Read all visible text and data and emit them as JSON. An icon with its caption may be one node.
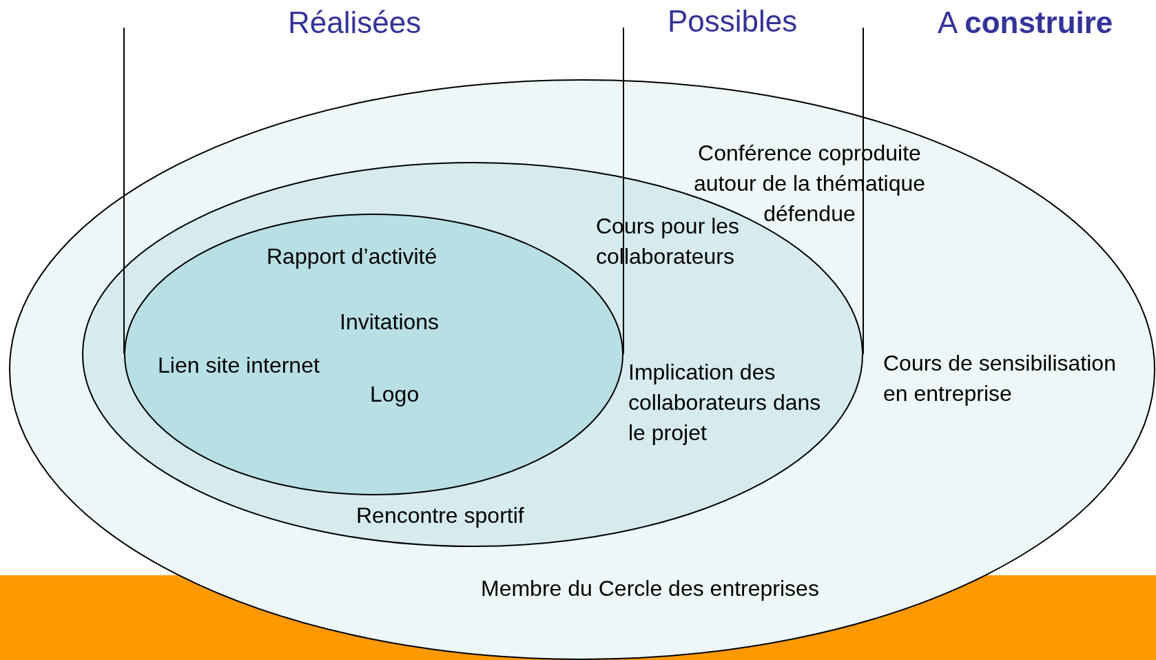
{
  "diagram": {
    "nodes": [
      {
        "text": [
          "Conférence coproduite autour de la thématique défendue",
          "Cours de sensibilisation en entreprise",
          "Membre du Cercle des entreprises"
        ]
      },
      {
        "text": [
          "Cours pour les collaborateurs",
          "Implication des collaborateurs dans le projet",
          "Rencontre sportif"
        ],
        "in": 0
      },
      {
        "text": [
          "Rapport d’activité",
          "Invitations",
          "Lien site internet",
          "Logo"
        ],
        "in": 1
      }
    ],
    "edges": [],
    "labels": [
      "Réalisées",
      "Possibles",
      "A **construire**"
    ]
  }
}
